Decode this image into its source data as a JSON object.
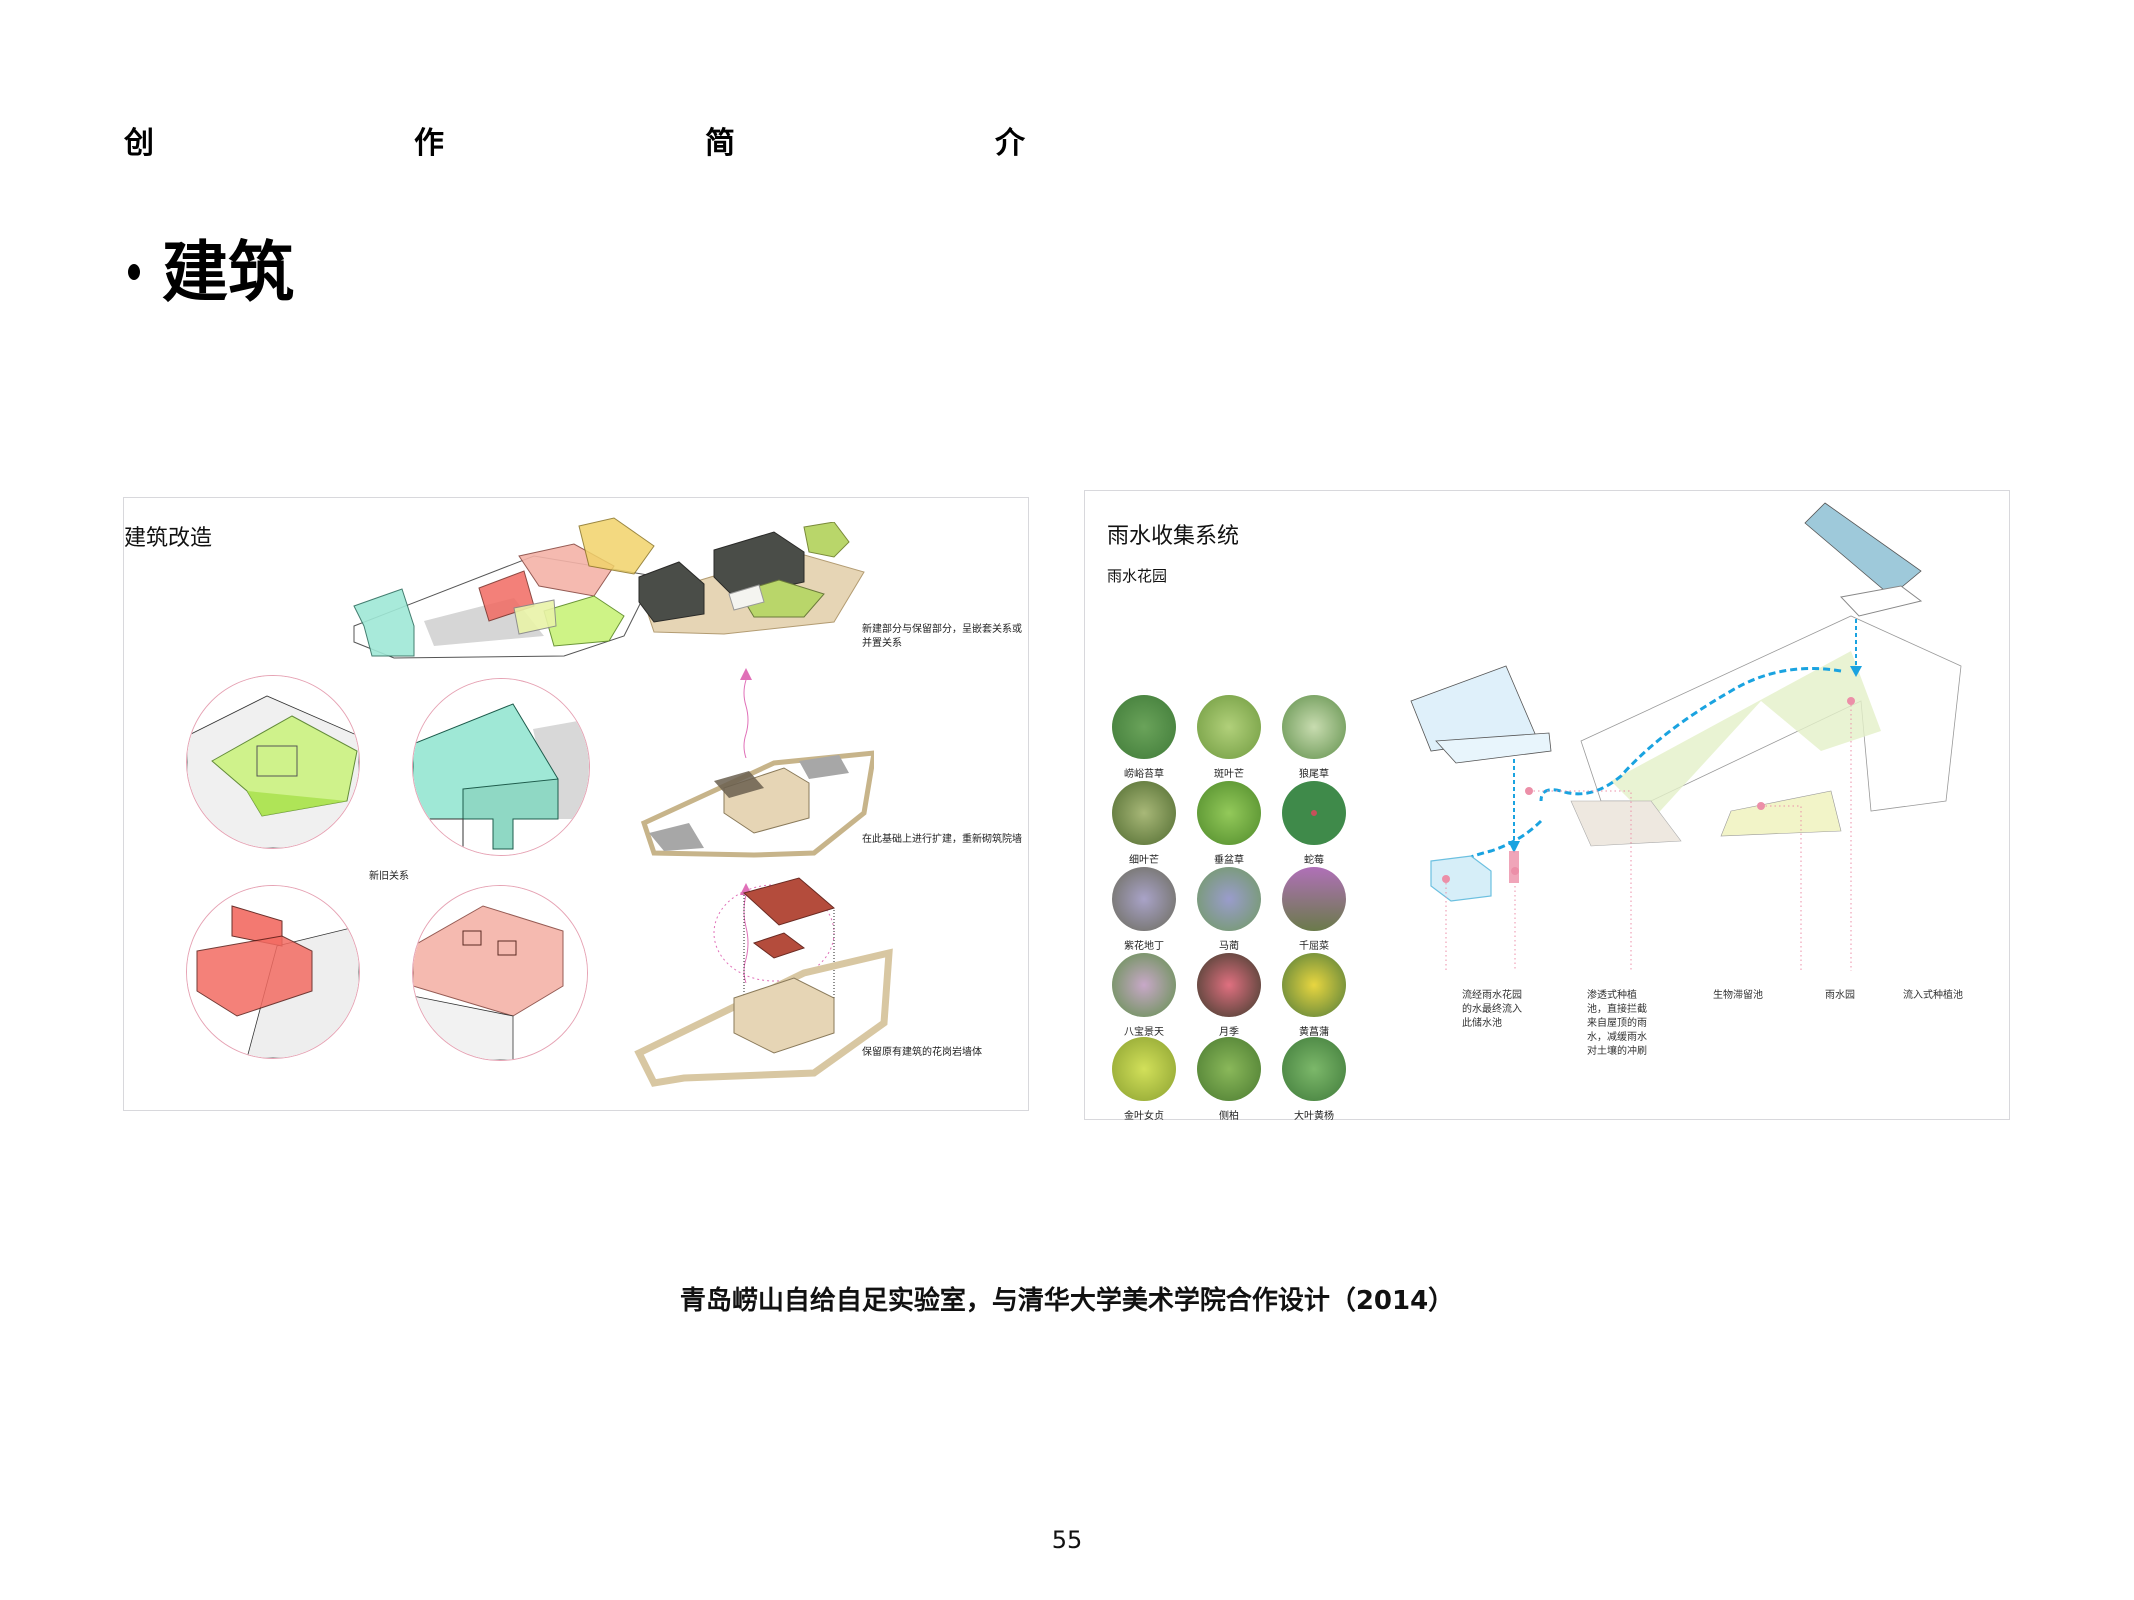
{
  "header": {
    "title_chars": [
      "创",
      "作",
      "简",
      "介"
    ],
    "section_bullet": "•",
    "section_title": "建筑"
  },
  "left_panel": {
    "title": "建筑改造",
    "circles_label": "新旧关系",
    "notes": [
      "新建部分与保留部分，呈嵌套关系或并置关系",
      "在此基础上进行扩建，重新砌筑院墙",
      "保留原有建筑的花岗岩墙体"
    ],
    "colors": {
      "cyan": "#9fe8d6",
      "green": "#c9f27a",
      "red": "#f26b62",
      "salmon": "#f4b3a8",
      "yellow": "#f1d36a",
      "dark_roof": "#4a4d48",
      "stone": "#e6d5b5",
      "tile_roof": "#b44c3c",
      "arrow": "#e070b8"
    }
  },
  "right_panel": {
    "title": "雨水收集系统",
    "subtitle": "雨水花园",
    "plants": [
      {
        "name": "崂峪苔草",
        "color": "#4f8a45"
      },
      {
        "name": "斑叶芒",
        "color": "#8bb55a"
      },
      {
        "name": "狼尾草",
        "color": "#7ea767"
      },
      {
        "name": "细叶芒",
        "color": "#6d8c3c"
      },
      {
        "name": "垂盆草",
        "color": "#6fae3a"
      },
      {
        "name": "蛇莓",
        "color": "#3f8a4a"
      },
      {
        "name": "紫花地丁",
        "color": "#8d87a8"
      },
      {
        "name": "马蔺",
        "color": "#7c9a7a"
      },
      {
        "name": "千屈菜",
        "color": "#9c6a8a"
      },
      {
        "name": "八宝景天",
        "color": "#7da36a"
      },
      {
        "name": "月季",
        "color": "#6b4a3f"
      },
      {
        "name": "黄菖蒲",
        "color": "#5f7d3a"
      },
      {
        "name": "金叶女贞",
        "color": "#a2b83a"
      },
      {
        "name": "侧柏",
        "color": "#5b8a3a"
      },
      {
        "name": "大叶黄杨",
        "color": "#4f8c46"
      }
    ],
    "annotations": [
      "流经雨水花园的水最终流入此储水池",
      "渗透式种植池，直接拦截来自屋顶的雨水，减缓雨水对土壤的冲刷",
      "生物滞留池",
      "雨水园",
      "流入式种植池"
    ],
    "colors": {
      "water_flow": "#1aa3e0",
      "marker": "#ec8fa8",
      "lawn": "#e3f0c8",
      "roof_panel": "#9ec9da"
    }
  },
  "caption": "青岛崂山自给自足实验室，与清华大学美术学院合作设计（2014）",
  "page_number": "55"
}
